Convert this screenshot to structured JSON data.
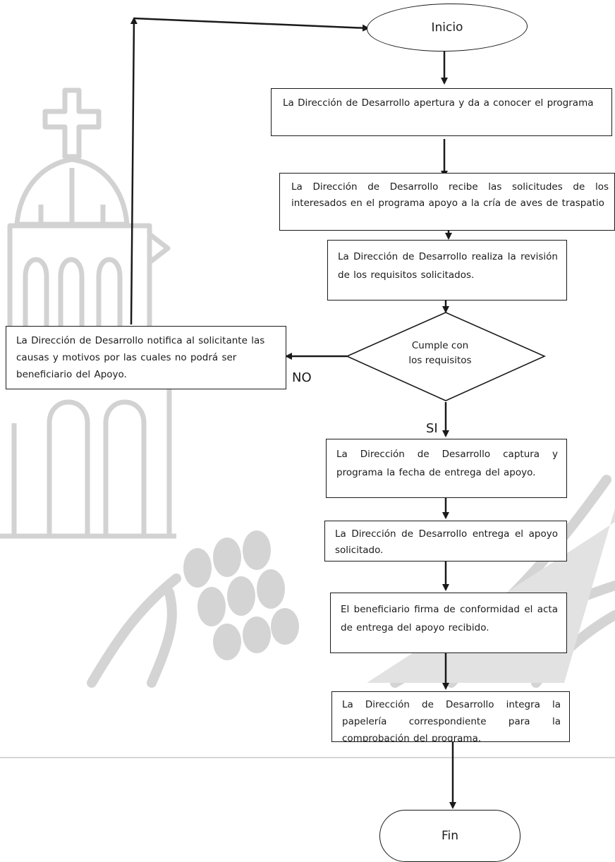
{
  "flowchart": {
    "start": "Inicio",
    "end": "Fin",
    "steps": [
      "La Dirección de Desarrollo apertura y da a conocer el programa",
      "La Dirección de Desarrollo recibe las solicitudes de los interesados en el programa apoyo a la cría de aves de traspatio",
      "La Dirección de Desarrollo realiza la revisión de los requisitos solicitados.",
      "La Dirección de Desarrollo captura y programa la fecha de entrega del apoyo.",
      "La Dirección de Desarrollo entrega el apoyo solicitado.",
      "El beneficiario firma de conformidad el acta de entrega del apoyo recibido.",
      "La Dirección de Desarrollo integra la papelería correspondiente para la comprobación del programa."
    ],
    "decision": {
      "line1": "Cumple con",
      "line2": "los requisitos",
      "yes_label": "SI",
      "no_label": "NO",
      "no_branch_text": "La Dirección de Desarrollo notifica al solicitante las causas y motivos por las cuales no podrá ser beneficiario del Apoyo."
    }
  },
  "colors": {
    "line": "#1a1a1a",
    "watermark": "#cfcfcf",
    "background": "#ffffff"
  }
}
